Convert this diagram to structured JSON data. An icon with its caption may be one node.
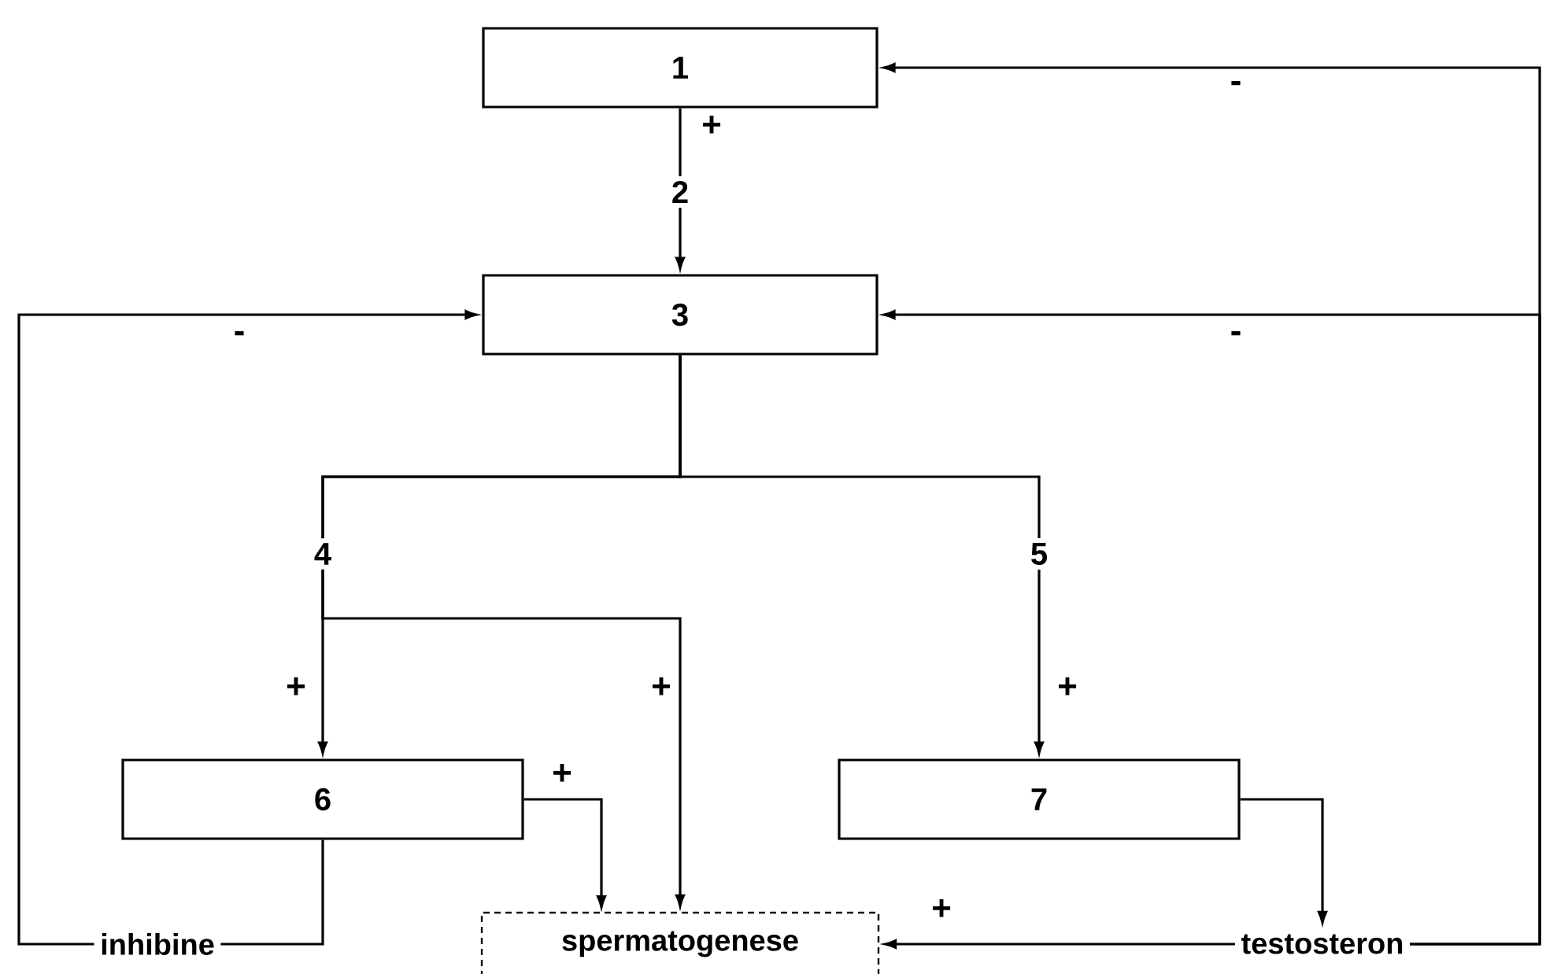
{
  "diagram": {
    "nodes": [
      {
        "text": [
          "1"
        ]
      },
      {
        "text": [
          "3"
        ]
      },
      {
        "text": [
          "6"
        ]
      },
      {
        "text": [
          "7"
        ]
      },
      {
        "text": [
          "spermatogenese"
        ]
      },
      {
        "text": [
          "inhibine"
        ]
      },
      {
        "text": [
          "testosteron"
        ]
      }
    ],
    "edges": [
      {
        "from": 0,
        "to": 1,
        "arrow": "to",
        "label": "+"
      },
      {
        "from": 5,
        "to": 1,
        "arrow": "to",
        "label": "-"
      },
      {
        "from": 6,
        "to": 1,
        "arrow": "to",
        "label": "-"
      },
      {
        "from": 6,
        "to": 0,
        "arrow": "to",
        "label": "-"
      },
      {
        "from": 1,
        "to": 2,
        "arrow": "to",
        "label": "+"
      },
      {
        "from": 1,
        "to": 4,
        "arrow": "to",
        "label": "+"
      },
      {
        "from": 1,
        "to": 3,
        "arrow": "to",
        "label": "+"
      },
      {
        "from": 2,
        "to": 4,
        "arrow": "to",
        "label": "+"
      },
      {
        "from": 2,
        "to": 5,
        "arrow": "none"
      },
      {
        "from": 3,
        "to": 6,
        "arrow": "to"
      },
      {
        "from": 6,
        "to": 4,
        "arrow": "to",
        "label": "+"
      }
    ],
    "labels": [
      "2",
      "4",
      "5"
    ]
  }
}
